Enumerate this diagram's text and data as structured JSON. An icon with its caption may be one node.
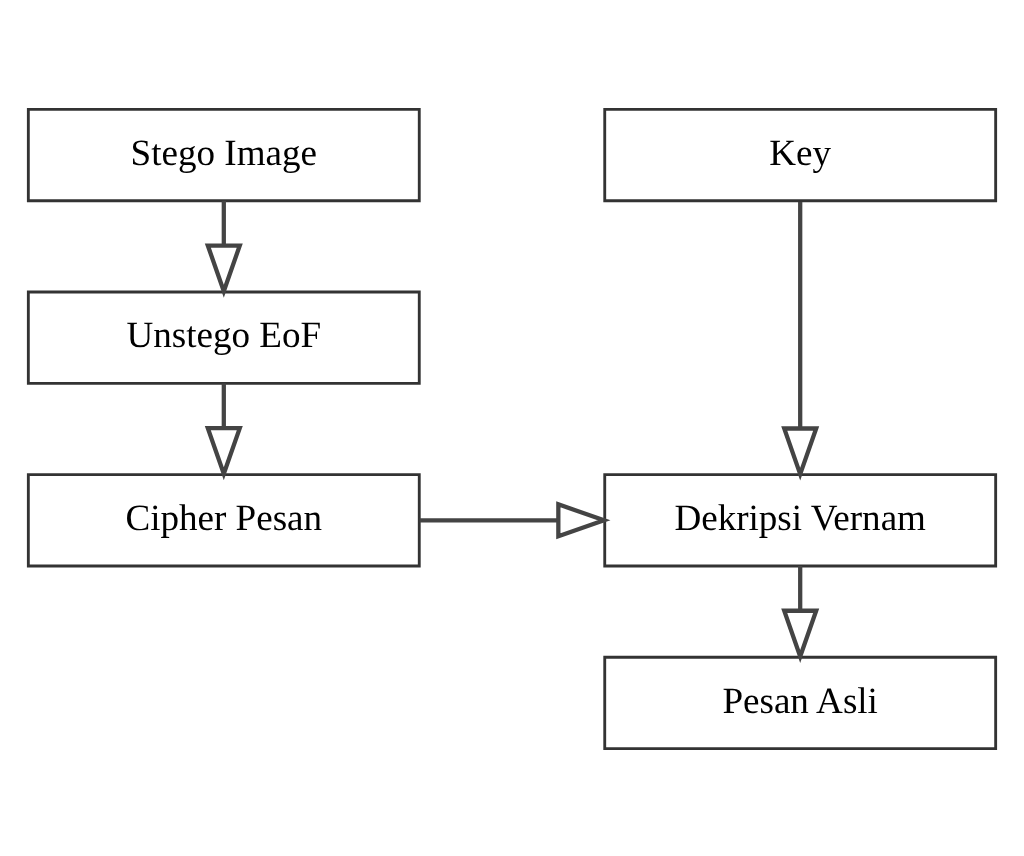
{
  "diagram": {
    "nodes": [
      {
        "text": [
          "Stego Image"
        ]
      },
      {
        "text": [
          "Unstego EoF"
        ]
      },
      {
        "text": [
          "Cipher Pesan"
        ]
      },
      {
        "text": [
          "Key"
        ]
      },
      {
        "text": [
          "Dekripsi Vernam"
        ]
      },
      {
        "text": [
          "Pesan Asli"
        ]
      }
    ],
    "edges": [
      {
        "from": 0,
        "to": 1,
        "arrow": "to"
      },
      {
        "from": 1,
        "to": 2,
        "arrow": "to"
      },
      {
        "from": 2,
        "to": 4,
        "arrow": "to"
      },
      {
        "from": 3,
        "to": 4,
        "arrow": "to"
      },
      {
        "from": 4,
        "to": 5,
        "arrow": "to"
      }
    ]
  }
}
